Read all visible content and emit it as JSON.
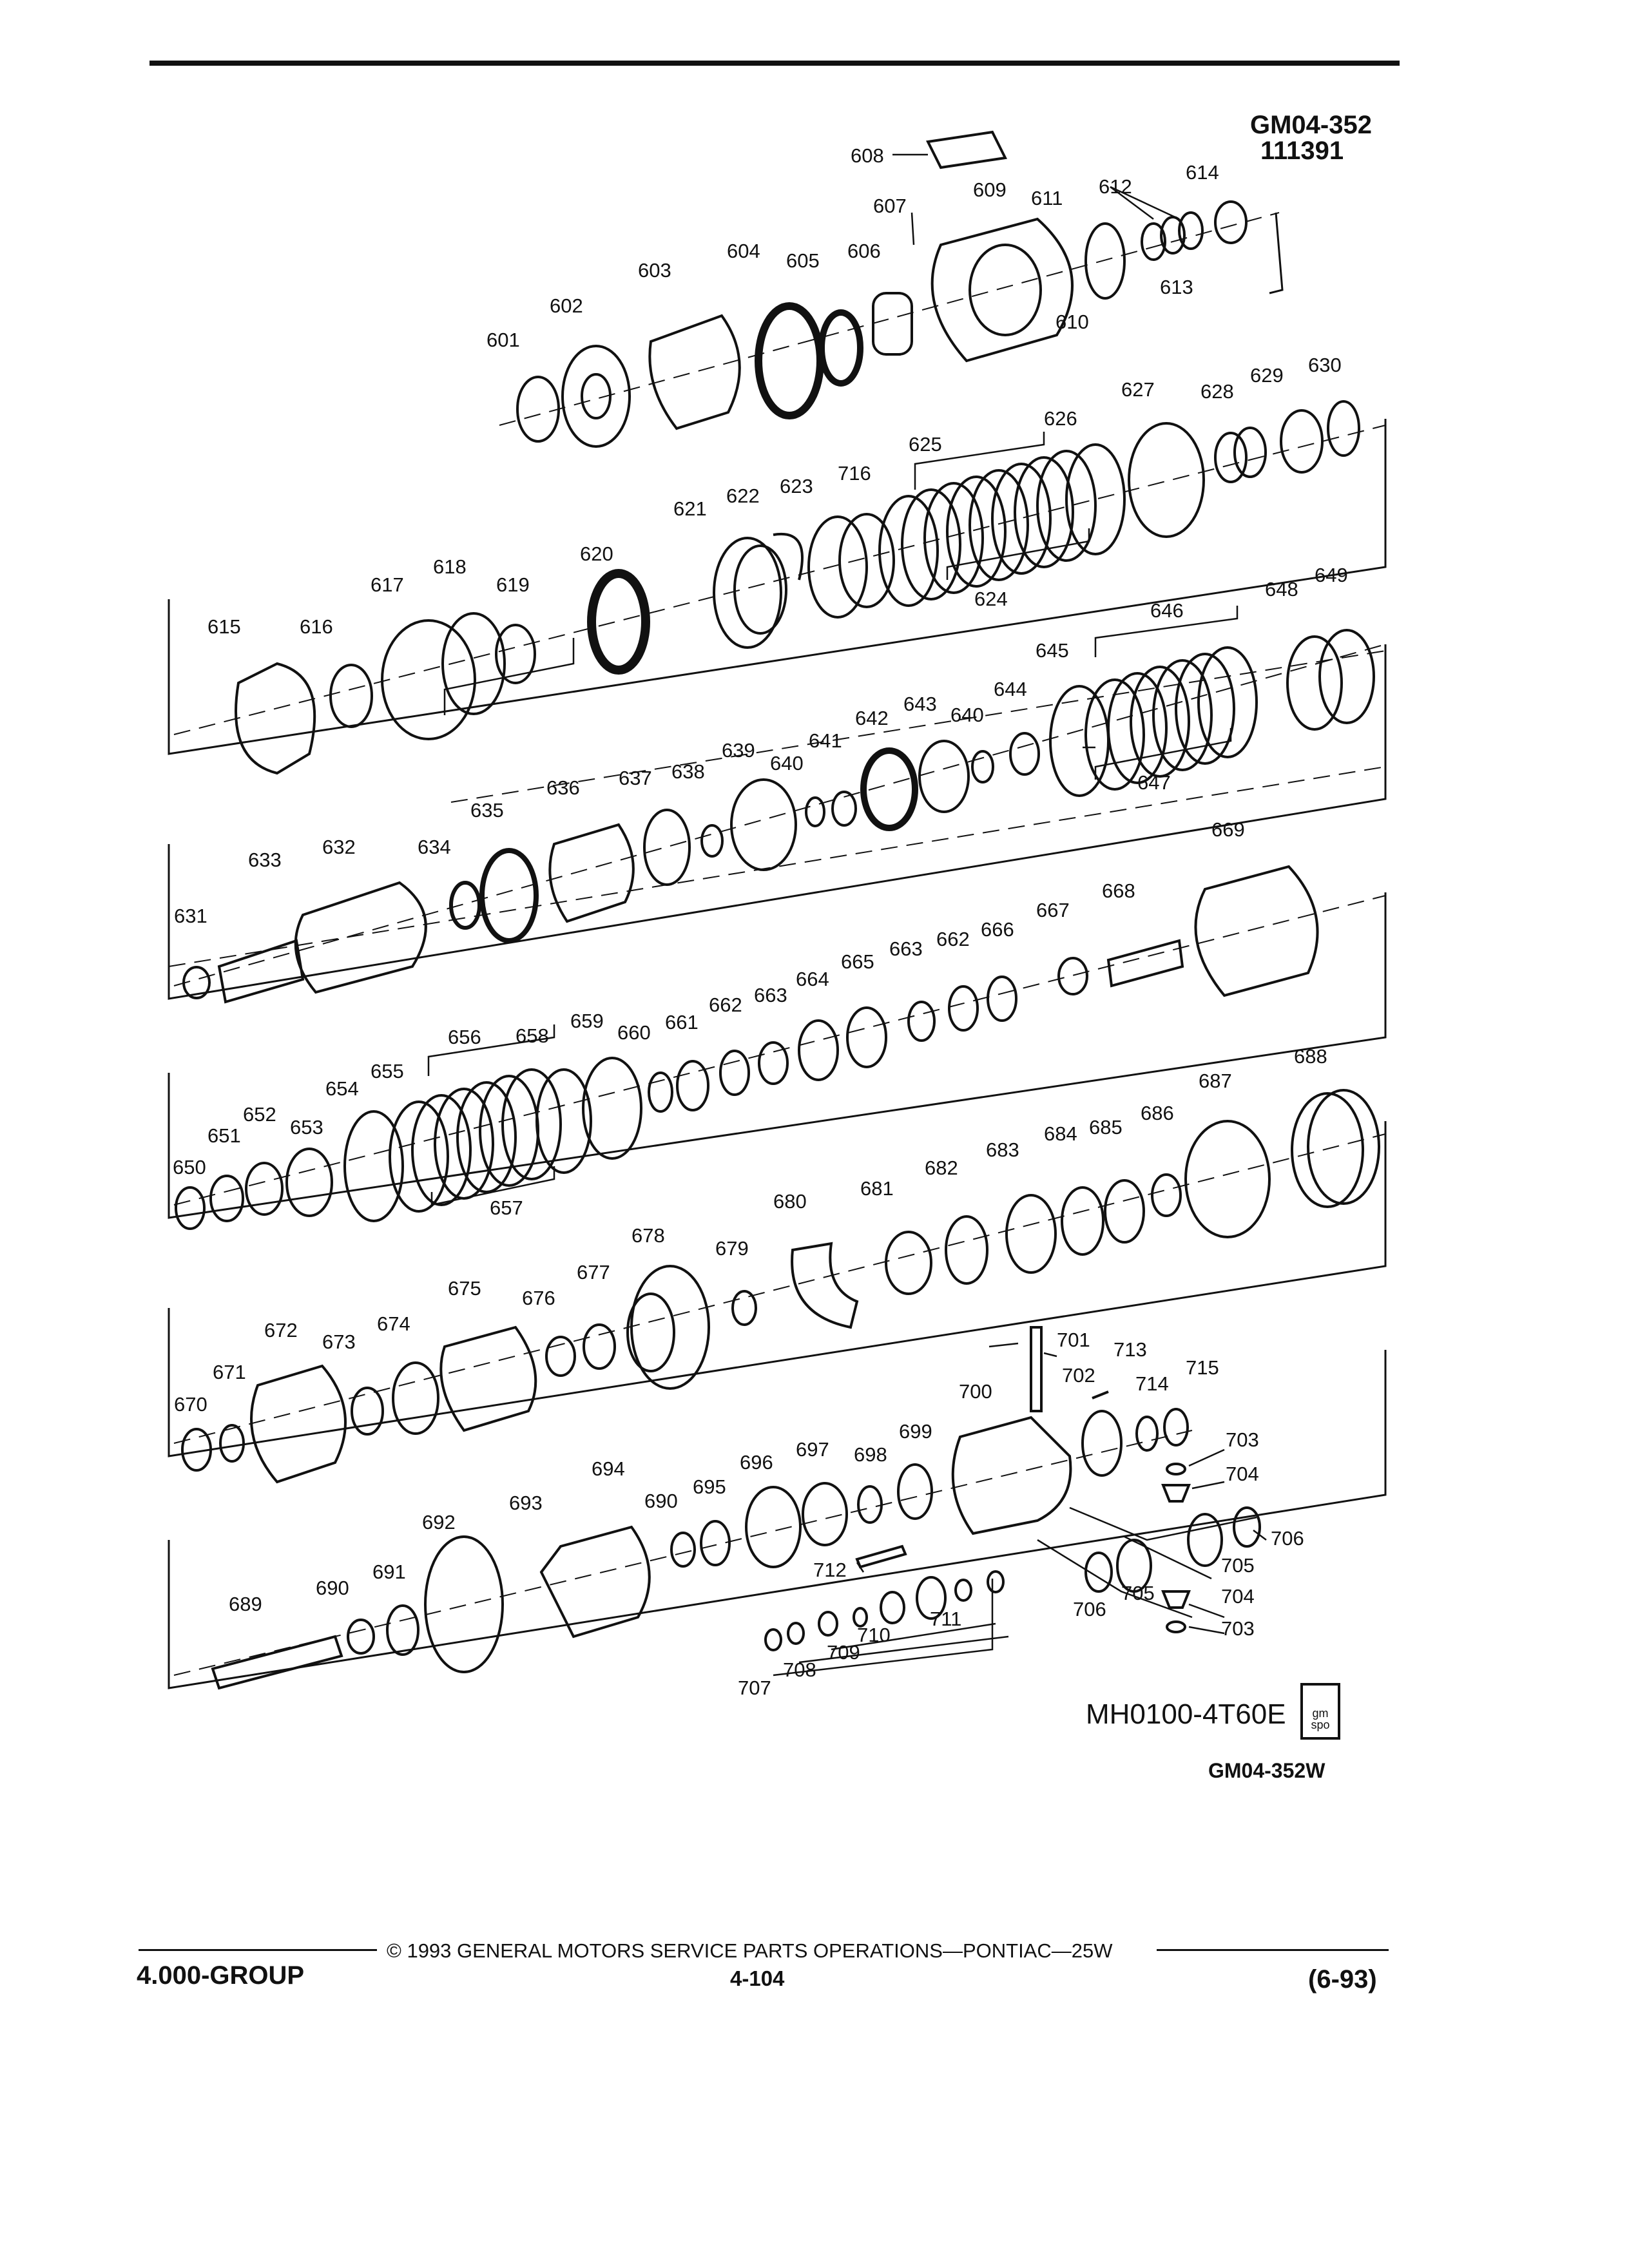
{
  "header": {
    "figure_id": "GM04-352",
    "figure_number": "111391"
  },
  "diagram": {
    "model_label": "MH0100-4T60E",
    "logo_text": "gm spo",
    "image_code": "GM04-352W"
  },
  "footer": {
    "group": "4.000-GROUP",
    "copyright": "© 1993  GENERAL MOTORS SERVICE PARTS OPERATIONS—PONTIAC—25W",
    "page_number": "4-104",
    "revision": "(6-93)"
  },
  "callouts": {
    "c601": "601",
    "c602": "602",
    "c603": "603",
    "c604": "604",
    "c605": "605",
    "c606": "606",
    "c607": "607",
    "c608": "608",
    "c609": "609",
    "c610": "610",
    "c611": "611",
    "c612": "612",
    "c613": "613",
    "c614": "614",
    "c615": "615",
    "c616": "616",
    "c617": "617",
    "c618": "618",
    "c619": "619",
    "c620": "620",
    "c621": "621",
    "c622": "622",
    "c623": "623",
    "c716": "716",
    "c624": "624",
    "c625": "625",
    "c626": "626",
    "c627": "627",
    "c628": "628",
    "c629": "629",
    "c630": "630",
    "c631": "631",
    "c632": "632",
    "c633": "633",
    "c634": "634",
    "c635": "635",
    "c636": "636",
    "c637": "637",
    "c638": "638",
    "c639": "639",
    "c640a": "640",
    "c641": "641",
    "c642": "642",
    "c643": "643",
    "c640b": "640",
    "c644": "644",
    "c645": "645",
    "c646": "646",
    "c647": "647",
    "c648": "648",
    "c649": "649",
    "c650": "650",
    "c651": "651",
    "c652": "652",
    "c653": "653",
    "c654": "654",
    "c655": "655",
    "c656": "656",
    "c657": "657",
    "c658": "658",
    "c659": "659",
    "c660": "660",
    "c661": "661",
    "c662a": "662",
    "c663a": "663",
    "c664": "664",
    "c665": "665",
    "c663b": "663",
    "c662b": "662",
    "c666": "666",
    "c667": "667",
    "c668": "668",
    "c669": "669",
    "c670": "670",
    "c671": "671",
    "c672": "672",
    "c673": "673",
    "c674": "674",
    "c675": "675",
    "c676": "676",
    "c677": "677",
    "c678": "678",
    "c679": "679",
    "c680": "680",
    "c681": "681",
    "c682": "682",
    "c683": "683",
    "c684": "684",
    "c685": "685",
    "c686": "686",
    "c687": "687",
    "c688": "688",
    "c689": "689",
    "c690a": "690",
    "c691": "691",
    "c692": "692",
    "c693": "693",
    "c694": "694",
    "c690b": "690",
    "c695": "695",
    "c696": "696",
    "c697": "697",
    "c698": "698",
    "c699": "699",
    "c700": "700",
    "c701": "701",
    "c702": "702",
    "c713": "713",
    "c714": "714",
    "c715": "715",
    "c703a": "703",
    "c704a": "704",
    "c706a": "706",
    "c705a": "705",
    "c704b": "704",
    "c703b": "703",
    "c705b": "705",
    "c706b": "706",
    "c712": "712",
    "c711": "711",
    "c710": "710",
    "c709": "709",
    "c708": "708",
    "c707": "707"
  }
}
